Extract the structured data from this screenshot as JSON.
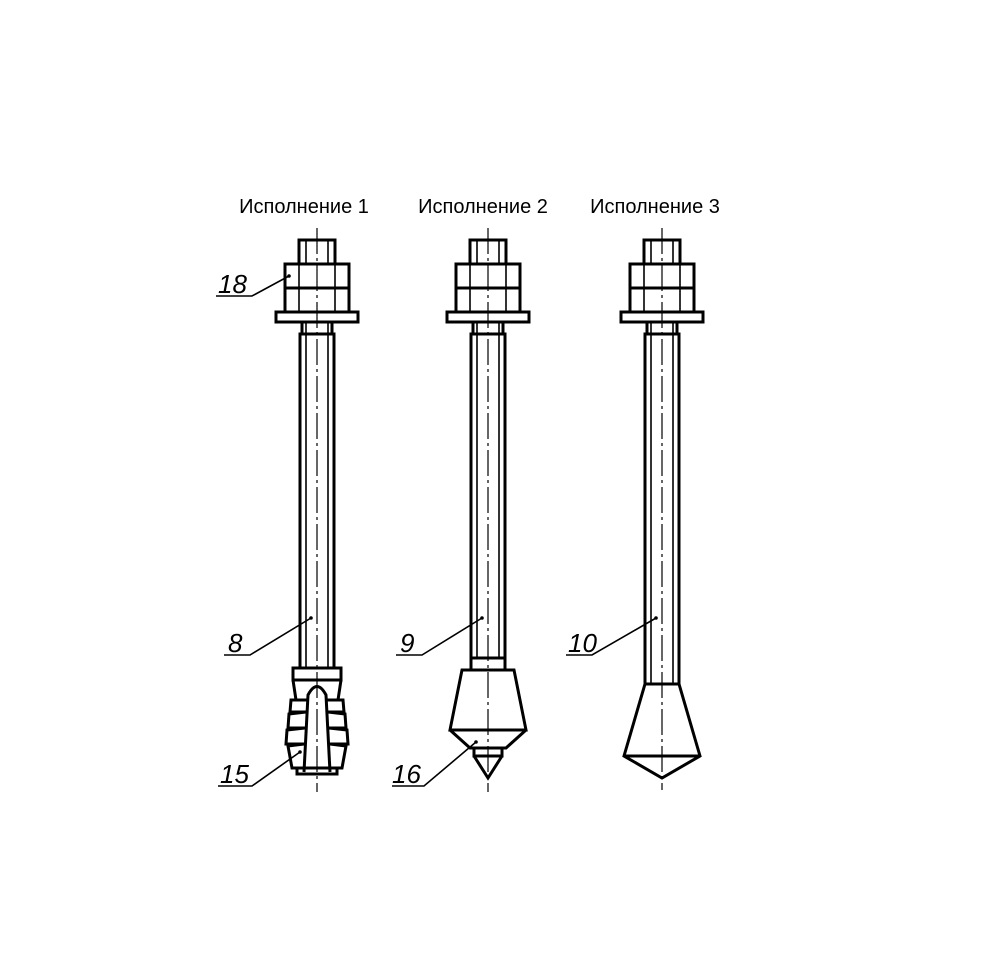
{
  "variants": [
    {
      "caption": "Исполнение 1",
      "shaft_label": "8",
      "tip_label": "15",
      "nut_label": "18"
    },
    {
      "caption": "Исполнение 2",
      "shaft_label": "9",
      "tip_label": "16"
    },
    {
      "caption": "Исполнение 3",
      "shaft_label": "10"
    }
  ],
  "colors": {
    "line": "#000000",
    "background": "#ffffff"
  }
}
